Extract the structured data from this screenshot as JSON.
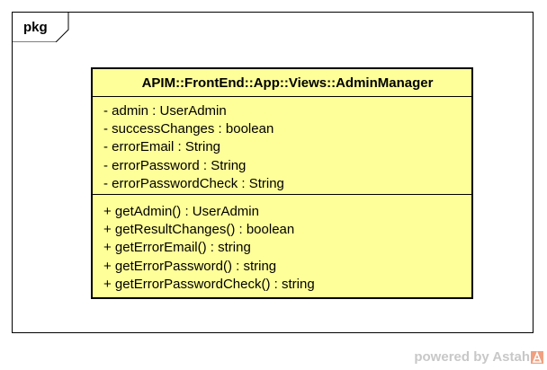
{
  "package": {
    "label": "pkg"
  },
  "class": {
    "name": "APIM::FrontEnd::App::Views::AdminManager",
    "fill_color": "#ffff99",
    "attributes": [
      "- admin : UserAdmin",
      "- successChanges : boolean",
      "- errorEmail : String",
      "- errorPassword : String",
      "- errorPasswordCheck : String"
    ],
    "operations": [
      "+ getAdmin() : UserAdmin",
      "+ getResultChanges() : boolean",
      "+ getErrorEmail() : string",
      "+ getErrorPassword() : string",
      "+ getErrorPasswordCheck() : string"
    ]
  },
  "watermark": {
    "text": "powered by Astah",
    "logo_icon": "astah-logo-icon",
    "text_color": "#c8c8c8",
    "logo_color": "#f0a080"
  }
}
